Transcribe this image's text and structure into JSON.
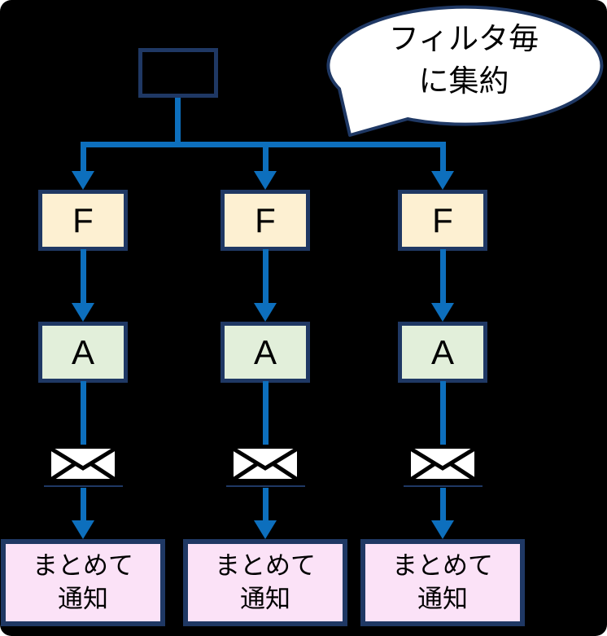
{
  "bubble": {
    "line1": "フィルタ毎",
    "line2": "に集約"
  },
  "columns": [
    {
      "filter_label": "F",
      "aggregator_label": "A",
      "mail_icon": "envelope-icon",
      "notify_line1": "まとめて",
      "notify_line2": "通知"
    },
    {
      "filter_label": "F",
      "aggregator_label": "A",
      "mail_icon": "envelope-icon",
      "notify_line1": "まとめて",
      "notify_line2": "通知"
    },
    {
      "filter_label": "F",
      "aggregator_label": "A",
      "mail_icon": "envelope-icon",
      "notify_line1": "まとめて",
      "notify_line2": "通知"
    }
  ],
  "colors": {
    "connector_blue": "#0d6fbd",
    "border_navy": "#1f3864",
    "filter_fill": "#fdf0d2",
    "aggregator_fill": "#e2efda",
    "notify_fill": "#fbe2f7",
    "bubble_fill": "#ffffff",
    "background": "#000000"
  }
}
